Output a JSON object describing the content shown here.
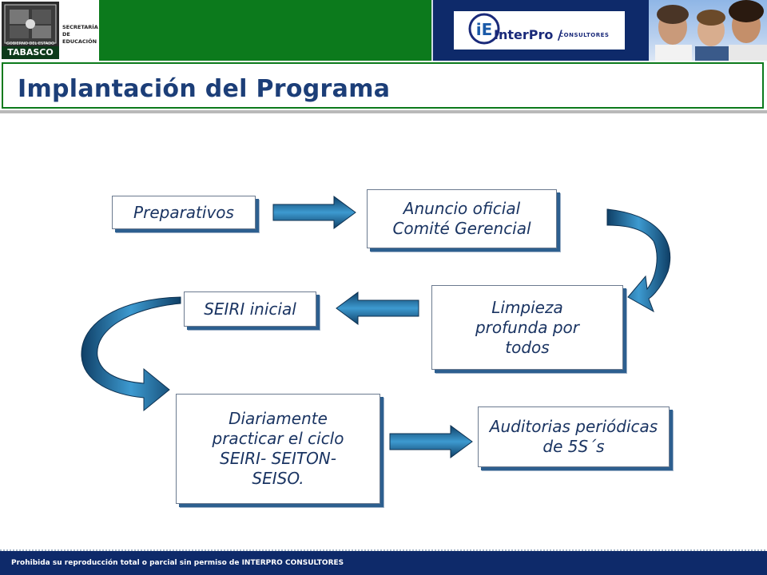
{
  "header": {
    "logo_left_name": "TABASCO",
    "logo_left_small": "GOBIERNO DEL ESTADO",
    "logo_left_secretaria": "SECRETARÍA DE EDUCACIÓN",
    "logo_right_name": "InterPro /",
    "logo_right_sub": "CONSULTORES",
    "logo_right_mark": "iE"
  },
  "title": "Implantación del Programa",
  "flow": {
    "steps": [
      {
        "id": "preparativos",
        "label": "Preparativos"
      },
      {
        "id": "anuncio",
        "label": "Anuncio oficial Comité Gerencial"
      },
      {
        "id": "limpieza",
        "label": "Limpieza profunda por todos"
      },
      {
        "id": "seiri",
        "label": "SEIRI inicial"
      },
      {
        "id": "diariamente",
        "label": "Diariamente practicar el ciclo SEIRI- SEITON- SEISO."
      },
      {
        "id": "auditorias",
        "label": "Auditorias periódicas de 5S´s"
      }
    ]
  },
  "footer": {
    "text": "Prohibida su reproducción total o parcial sin permiso de INTERPRO CONSULTORES"
  },
  "colors": {
    "title": "#1c3e78",
    "green_band": "#0c7a1c",
    "blue_panel": "#0e2a6a",
    "arrow_dark": "#0f3f66",
    "arrow_light": "#3d9ad0",
    "box_text": "#1a3462"
  }
}
